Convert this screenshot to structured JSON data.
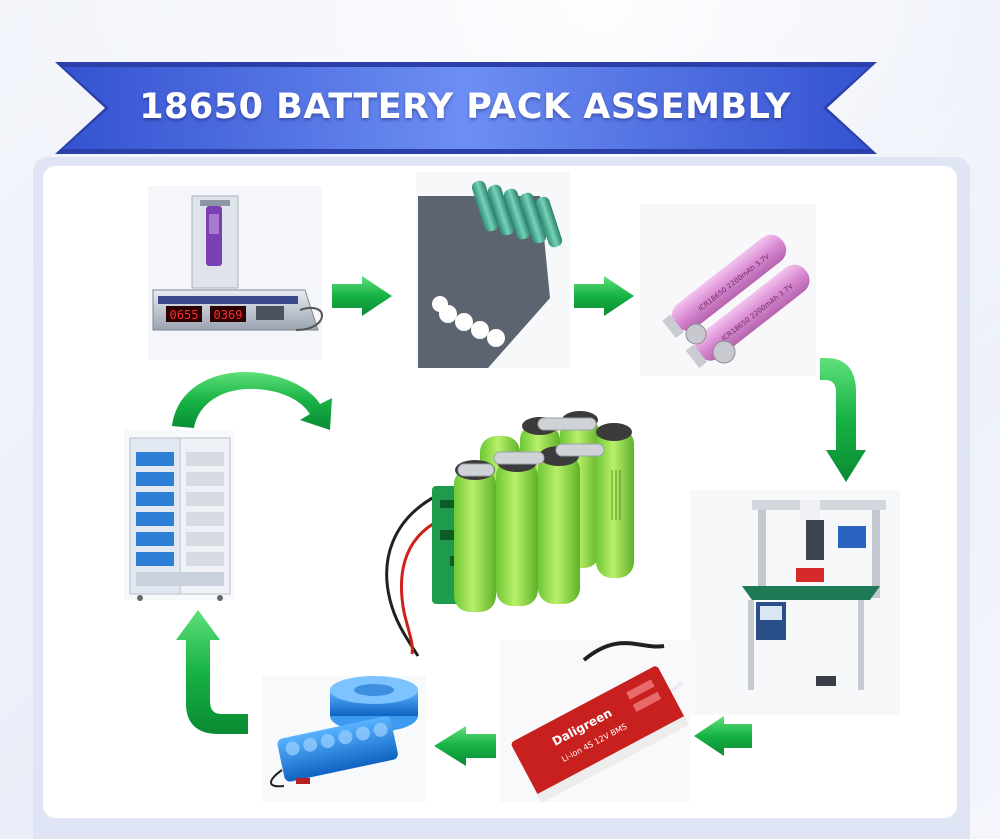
{
  "banner": {
    "title": "18650 BATTERY PACK ASSEMBLY"
  },
  "tester": {
    "display_left": "0655",
    "display_right": "0369"
  },
  "bms": {
    "brand": "Daligreen",
    "model": "Li-ion 4S 12V BMS"
  },
  "colors": {
    "banner_blue": "#3f5fd8",
    "arrow_green": "#1fb84a",
    "cell_pink": "#e3a0dc",
    "cell_green": "#9be04f",
    "bms_red": "#c81f1f",
    "sleeve_blue": "#1b7fe0"
  }
}
